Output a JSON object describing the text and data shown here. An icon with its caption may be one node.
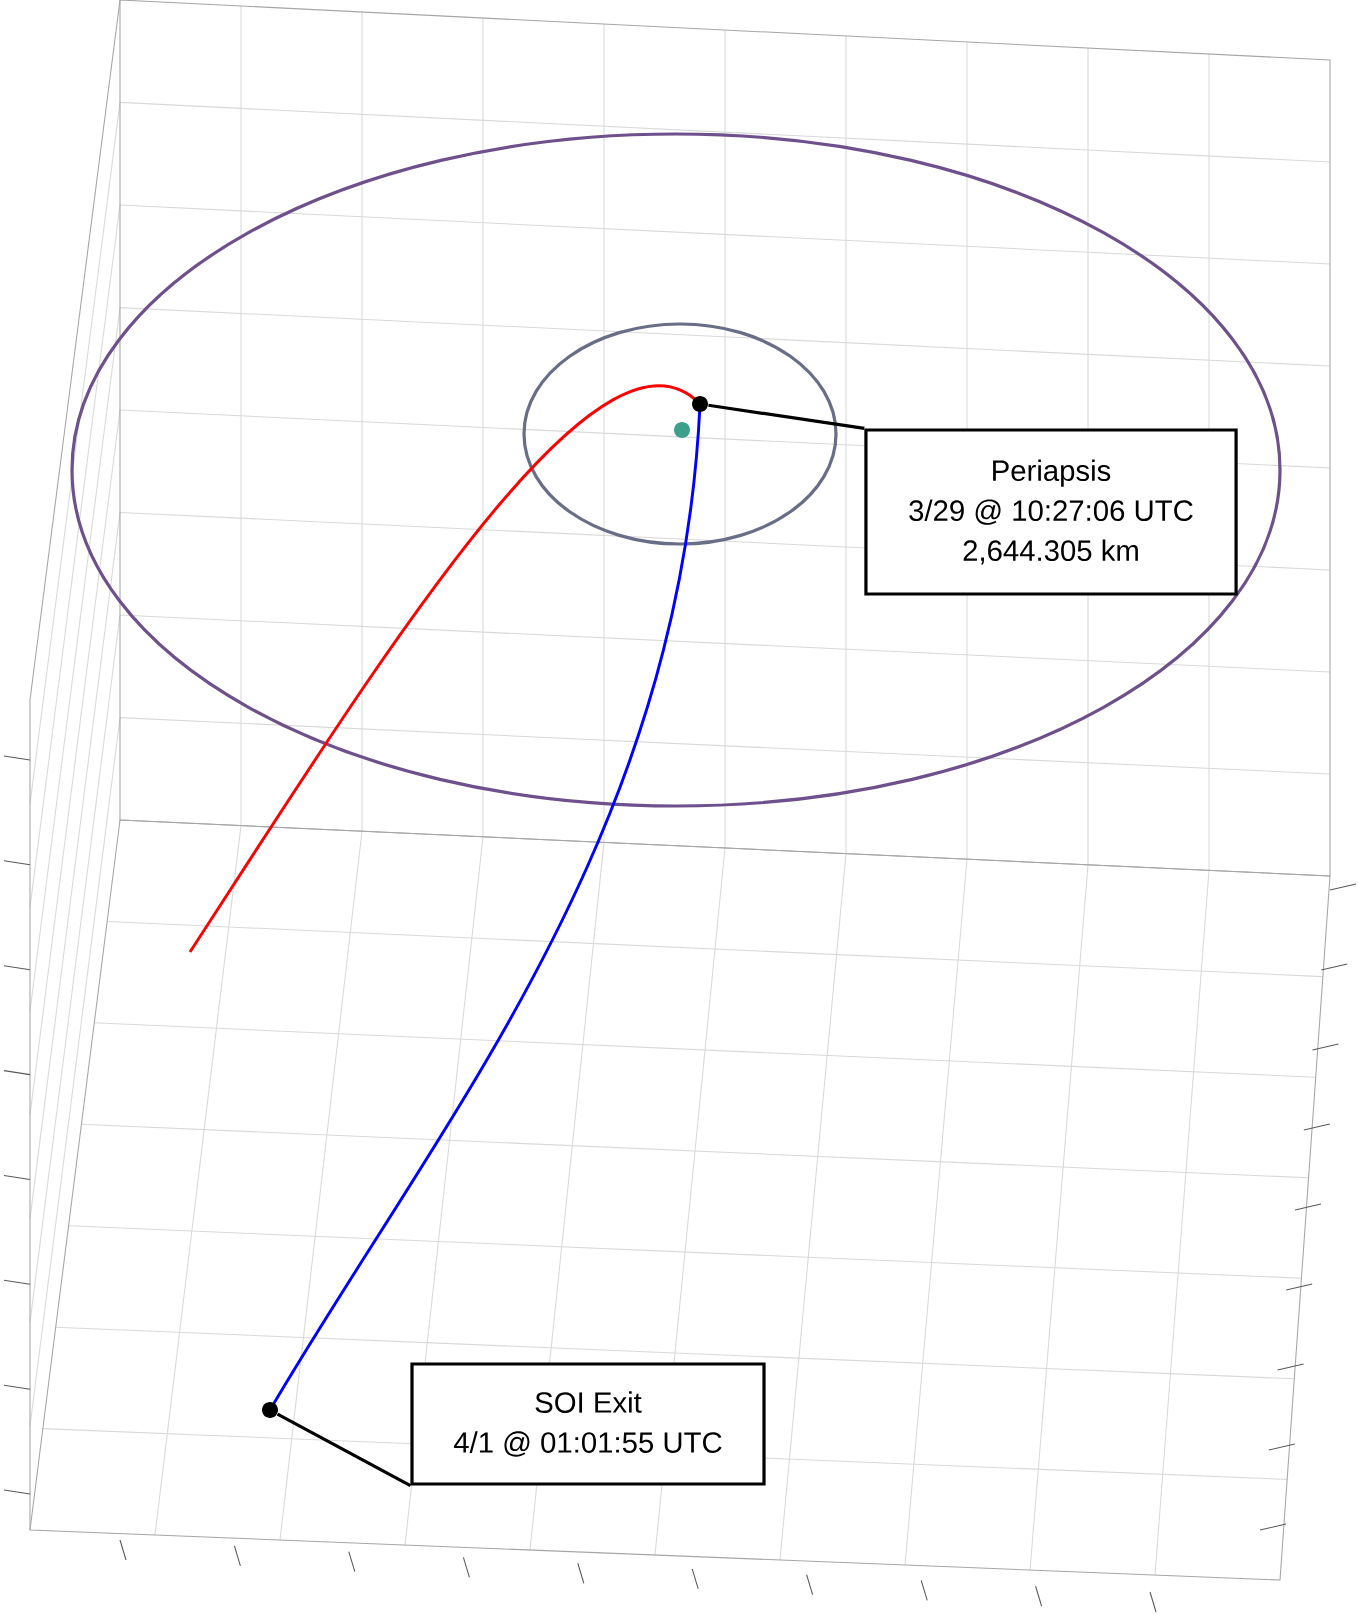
{
  "diagram": {
    "nodes": [
      {
        "text": [
          "Periapsis",
          "3/29 @ 10:27:06 UTC",
          "2,644.305 km"
        ]
      },
      {
        "text": [
          "SOI Exit",
          "4/1 @ 01:01:55 UTC"
        ]
      },
      {
        "text": [],
        "shape": "circle"
      },
      {
        "text": [],
        "shape": "circle"
      }
    ],
    "edges": [
      {
        "from": 0,
        "to": 2,
        "arrow": "none"
      },
      {
        "from": 1,
        "to": 3,
        "arrow": "none"
      }
    ]
  }
}
